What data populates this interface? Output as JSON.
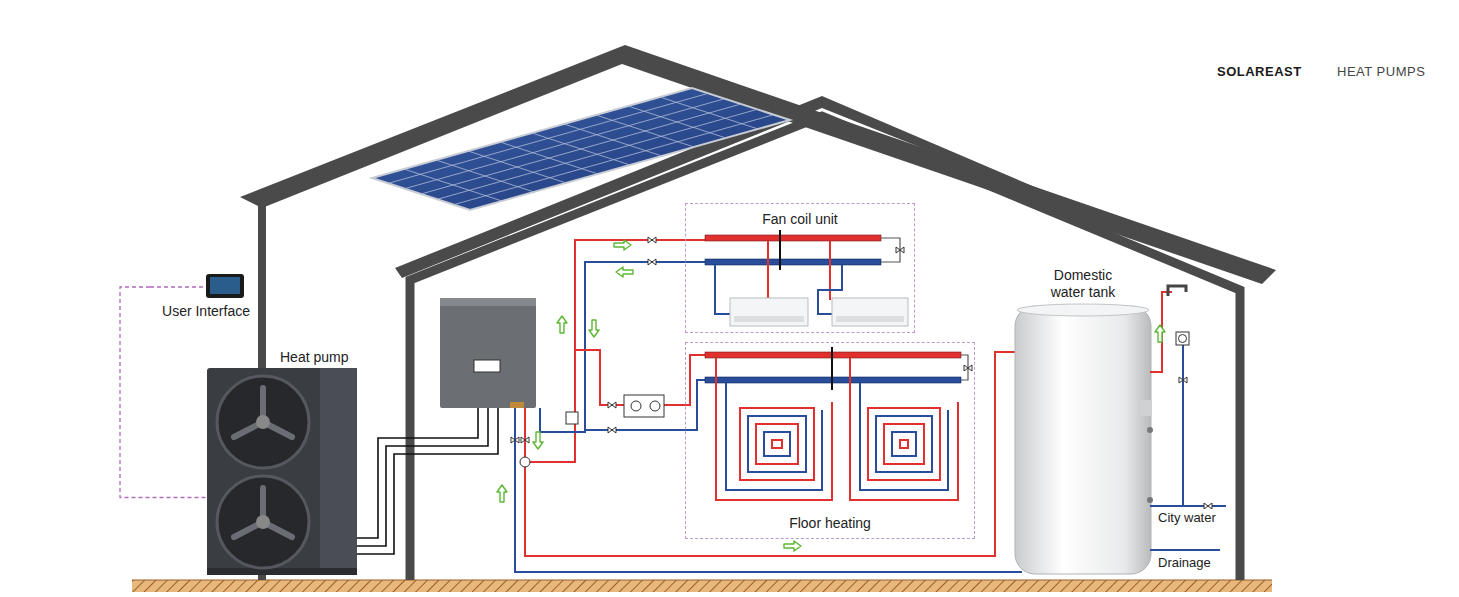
{
  "diagram": {
    "nodes": [
      {
        "text": [
          "User Interface"
        ]
      },
      {
        "text": [
          "Heat pump"
        ]
      },
      {
        "text": [
          "Fan coil unit"
        ]
      },
      {
        "text": [
          "Floor heating"
        ]
      },
      {
        "text": [
          "Domestic water tank"
        ]
      }
    ],
    "edges": [
      {
        "from": 0,
        "to": 1,
        "arrow": "none"
      }
    ],
    "labels": [
      "SOLAREAST",
      "HEAT PUMPS",
      "City water",
      "Drainage"
    ]
  }
}
